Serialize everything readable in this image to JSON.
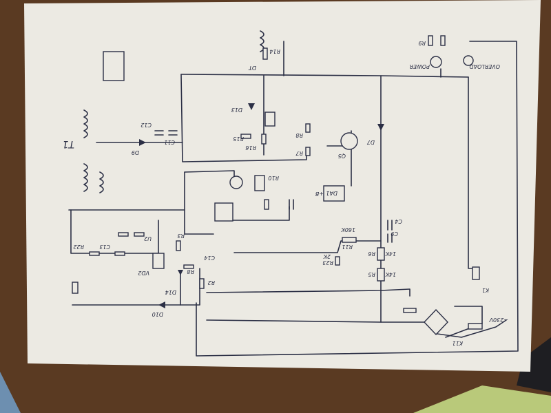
{
  "diagram": {
    "kind": "hand-drawn circuit schematic photographed on paper",
    "colors": {
      "wood": "#5a3a22",
      "paper": "#eceae3",
      "ink": "#2b2f45"
    },
    "labels": [
      "T1",
      "D9",
      "C12",
      "C11",
      "D13",
      "R16",
      "R15",
      "R10",
      "Q5",
      "R8",
      "R7",
      "DA1",
      "+B",
      "D7",
      "C4",
      "C9",
      "R11",
      "160K",
      "R6",
      "14K",
      "R5",
      "14K",
      "R23",
      "2K",
      "K1",
      "K11",
      "~230V",
      "VD2",
      "D10",
      "D14",
      "R8",
      "R2",
      "POWER",
      "OVERLOAD",
      "DT",
      "R14",
      "R9",
      "U2",
      "C13",
      "R22",
      "C14",
      "R3"
    ]
  }
}
